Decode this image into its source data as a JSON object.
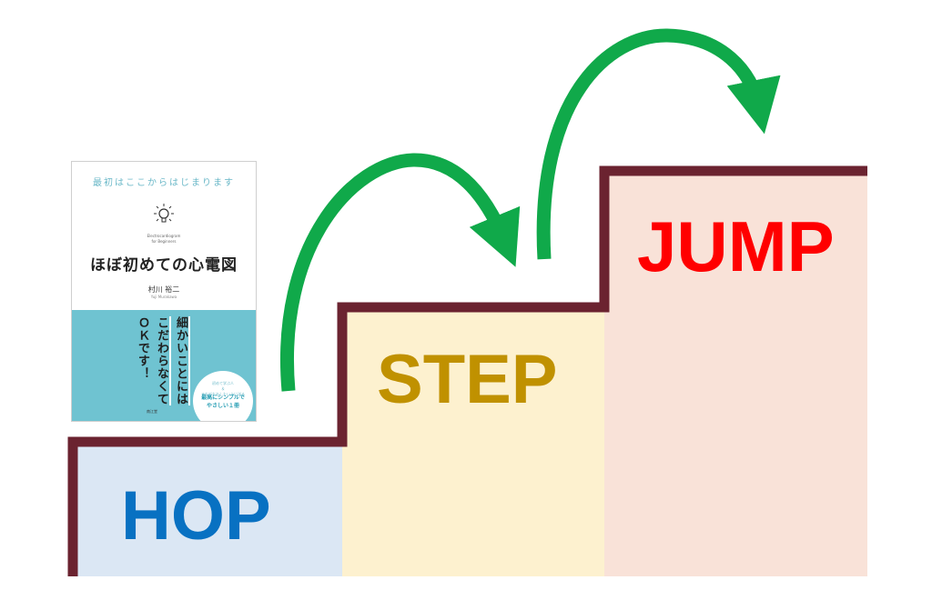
{
  "colors": {
    "frame": "#6b2330",
    "arrow": "#10a94a",
    "hop_fill": "#dbe7f4",
    "step_fill": "#fdf1cf",
    "jump_fill": "#f9e2d8",
    "hop_text": "#0871c2",
    "step_text": "#c09100",
    "jump_text": "#ff0000",
    "book_band": "#6fc3d1"
  },
  "stairs": {
    "hop": "HOP",
    "step": "STEP",
    "jump": "JUMP"
  },
  "book": {
    "tagline": "最初はここからはじまります",
    "sub_en": "Electrocardiogram\nfor Beginners",
    "title": "ほぼ初めての心電図",
    "author": "村川 裕二",
    "author_en": "Yuji Murakawa",
    "band_col1": "細かいことには",
    "band_col2": "こだわらなくて",
    "band_col3": "ＯＫです！",
    "circle_top": "初めて学ぶ人\n＆\nまなびなおしたい人に送る",
    "circle_main": "最高にシンプルで\nやさしい１冊",
    "publisher": "南江堂",
    "icon": "lightbulb-icon"
  }
}
